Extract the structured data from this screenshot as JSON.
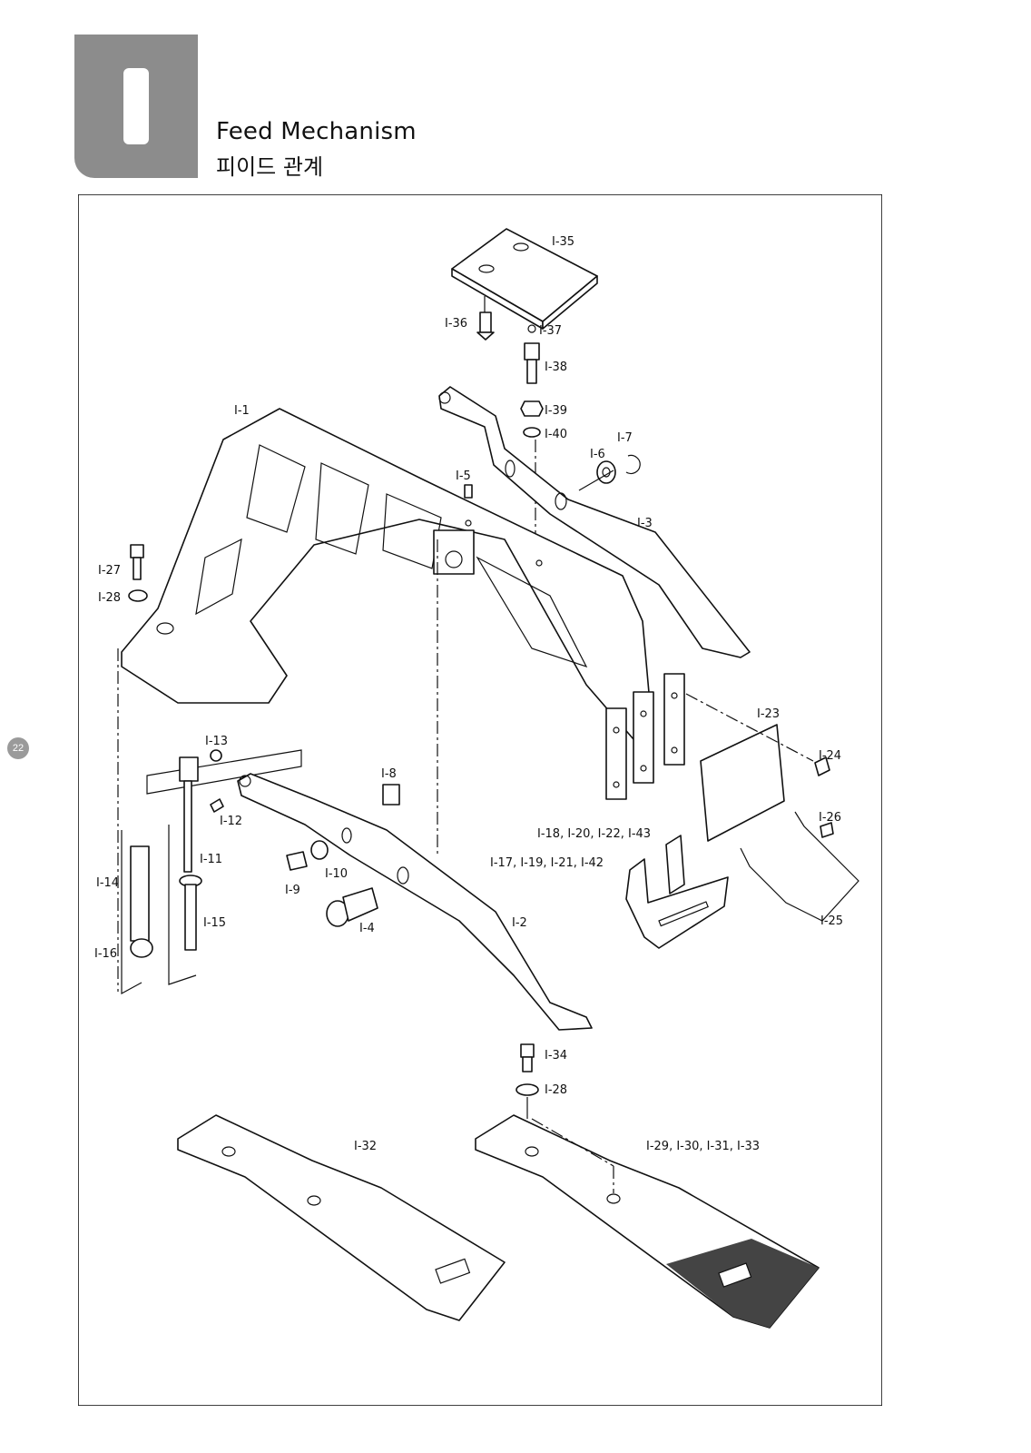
{
  "section": {
    "letter": "I"
  },
  "title": {
    "en": "Feed Mechanism",
    "ko": "피이드 관계"
  },
  "page_number": "22",
  "callouts": [
    "I-35",
    "I-36",
    "I-37",
    "I-38",
    "I-39",
    "I-40",
    "I-1",
    "I-7",
    "I-6",
    "I-5",
    "I-3",
    "I-27",
    "I-28",
    "I-23",
    "I-13",
    "I-24",
    "I-8",
    "I-12",
    "I-26",
    "I-18, I-20, I-22, I-43",
    "I-11",
    "I-17, I-19, I-21, I-42",
    "I-14",
    "I-10",
    "I-9",
    "I-25",
    "I-15",
    "I-2",
    "I-4",
    "I-16",
    "I-34",
    "I-28",
    "I-32",
    "I-29, I-30, I-31, I-33"
  ]
}
